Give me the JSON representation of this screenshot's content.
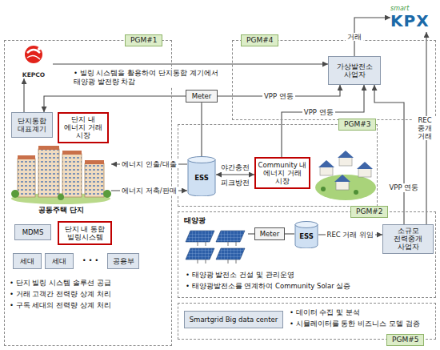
{
  "diagram": {
    "nodes": [
      {
        "text": [
          "PGM#1"
        ]
      },
      {
        "text": [
          "KEPCO"
        ],
        "in": 0
      },
      {
        "text": [
          "단지통합 대표계기"
        ],
        "in": 0
      },
      {
        "text": [
          "단지 내 에너지 거래 시장"
        ],
        "in": 0
      },
      {
        "text": [
          "공동주택 단지"
        ],
        "in": 0
      },
      {
        "text": [
          "MDMS"
        ],
        "in": 0
      },
      {
        "text": [
          "단지 내 통합 빌링시스템"
        ],
        "in": 0
      },
      {
        "text": [
          "세대"
        ],
        "in": 0
      },
      {
        "text": [
          "세대"
        ],
        "in": 0
      },
      {
        "text": [
          "공용부"
        ],
        "in": 0
      },
      {
        "text": [
          "PGM#4"
        ]
      },
      {
        "text": [
          "smart",
          "KPX"
        ]
      },
      {
        "text": [
          "가상발전소 사업자"
        ],
        "in": 10
      },
      {
        "text": [
          "Meter"
        ]
      },
      {
        "text": [
          "PGM#3"
        ]
      },
      {
        "text": [
          "ESS"
        ],
        "in": 14
      },
      {
        "text": [
          "Community 내 에너지 거래 시장"
        ],
        "in": 14
      },
      {
        "text": [
          "PGM#2"
        ]
      },
      {
        "text": [
          "태양광"
        ],
        "in": 17
      },
      {
        "text": [
          "Meter"
        ],
        "in": 17
      },
      {
        "text": [
          "ESS"
        ],
        "in": 17
      },
      {
        "text": [
          "소규모 전력중개 사업자"
        ],
        "in": 17
      },
      {
        "text": [
          "PGM#5"
        ]
      },
      {
        "text": [
          "Smartgrid Big data center"
        ],
        "in": 22
      }
    ],
    "edges": [
      {
        "from": 1,
        "to": 12,
        "arrow": "to"
      },
      {
        "from": 2,
        "to": 1,
        "arrow": "to"
      },
      {
        "from": 13,
        "to": 2,
        "arrow": "to"
      },
      {
        "from": 12,
        "to": 11,
        "label": "거래",
        "arrow": "to"
      },
      {
        "from": 13,
        "to": 12,
        "label": "VPP 연동",
        "arrow": "to"
      },
      {
        "from": 16,
        "to": 12,
        "label": "VPP 연동",
        "arrow": "to"
      },
      {
        "from": 21,
        "to": 12,
        "label": "VPP 연동",
        "arrow": "to"
      },
      {
        "from": 21,
        "to": 11,
        "label": "REC 중개 거래",
        "arrow": "to"
      },
      {
        "from": 20,
        "to": 21,
        "label": "REC 거래 위임",
        "arrow": "to"
      },
      {
        "from": 19,
        "to": 20,
        "arrow": "none"
      },
      {
        "from": 18,
        "to": 19,
        "arrow": "none"
      },
      {
        "from": 15,
        "to": 4,
        "label": "에너지 인출/대출",
        "arrow": "to"
      },
      {
        "from": 4,
        "to": 15,
        "label": "에너지 저축/판매",
        "arrow": "to"
      },
      {
        "from": 15,
        "to": 16,
        "label": "야간충전",
        "arrow": "both"
      },
      {
        "from": 13,
        "to": 15,
        "arrow": "none"
      }
    ],
    "labels": [
      "• 빌링 시스템을 활용하여 단지통합 계기에서 태양광 발전량 차감",
      "• • •",
      "• 단지 빌링 시스템 솔루션 공급",
      "• 거래 고객간 전력량 상계 처리",
      "• 구독 세대의 전력량 상계 처리",
      "피크방전",
      "• 태양광 발전소 건설 및 관리운영",
      "• 태양광발전소를 연계하여 Community Solar 실증",
      "• 데이터 수집 및 분석",
      "• 시뮬레이터를 통한 비즈니스 모델 검증"
    ]
  }
}
